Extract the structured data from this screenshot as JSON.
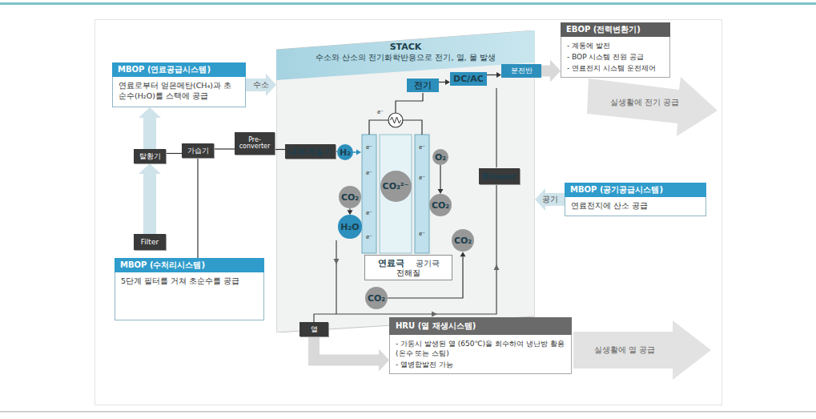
{
  "diagram": {
    "nodes": [
      {
        "text": [
          "MBOP (연료공급시스템)",
          "연료로부터 얻은메탄(CH₄)과 초순수(H₂O)를 스택에 공급"
        ]
      },
      {
        "text": [
          "STACK",
          "수소와 산소의 전기화학반응으로 전기, 열, 물 발생"
        ]
      },
      {
        "text": [
          "전기"
        ],
        "in": 1
      },
      {
        "text": [
          "DC/AC"
        ],
        "in": 1
      },
      {
        "text": [
          "분전반"
        ]
      },
      {
        "text": [
          "EBOP (전력변환기)",
          "- 계통에 발전",
          "- BOP 시스템 전원 공급",
          "- 연료전지 시스템 운전제어"
        ]
      },
      {
        "text": [
          "탈황기"
        ]
      },
      {
        "text": [
          "가습기"
        ]
      },
      {
        "text": [
          "Pre- converter"
        ]
      },
      {
        "text": [
          "내부개질기"
        ],
        "in": 1
      },
      {
        "text": [
          "H₂"
        ],
        "in": 1
      },
      {
        "text": [
          "CO₃²⁻"
        ],
        "in": 1
      },
      {
        "text": [
          "O₂"
        ],
        "in": 1
      },
      {
        "text": [
          "CO₂"
        ],
        "in": 1
      },
      {
        "text": [
          "CO₂"
        ],
        "in": 1
      },
      {
        "text": [
          "H₂O"
        ],
        "in": 1
      },
      {
        "text": [
          "Blower"
        ],
        "in": 1
      },
      {
        "text": [
          "MBOP (공기공급시스템)",
          "연료전지에 산소 공급"
        ]
      },
      {
        "text": [
          "Filter"
        ]
      },
      {
        "text": [
          "CO₂"
        ],
        "in": 1
      },
      {
        "text": [
          "연료극",
          "공기극",
          "전해질"
        ],
        "in": 1
      },
      {
        "text": [
          "MBOP (수처리시스템)",
          "5단계 필터를 거쳐 초순수를 공급"
        ]
      },
      {
        "text": [
          "CO₂"
        ],
        "in": 1
      },
      {
        "text": [
          "열"
        ]
      },
      {
        "text": [
          "HRU (열 재생시스템)",
          "- 가동시 발생된 열 (650℃)을 회수하여 냉난방 활용 (온수 또는 스팀)",
          "- 열병합발전 가능"
        ]
      }
    ],
    "edges": [
      {
        "from": 0,
        "to": 1,
        "arrow": "to",
        "label": "수소"
      },
      {
        "from": 18,
        "to": 6,
        "arrow": "to"
      },
      {
        "from": 6,
        "to": 0,
        "arrow": "to"
      },
      {
        "from": 6,
        "to": 7,
        "arrow": "none"
      },
      {
        "from": 7,
        "to": 8,
        "arrow": "none"
      },
      {
        "from": 8,
        "to": 9,
        "arrow": "none"
      },
      {
        "from": 9,
        "to": 10,
        "arrow": "none"
      },
      {
        "from": 21,
        "to": 7,
        "arrow": "none"
      },
      {
        "from": 2,
        "to": 3,
        "arrow": "to"
      },
      {
        "from": 3,
        "to": 4,
        "arrow": "to"
      },
      {
        "from": 4,
        "to": 5,
        "arrow": "to"
      },
      {
        "from": 17,
        "to": 1,
        "arrow": "to",
        "label": "공기"
      },
      {
        "from": 23,
        "to": 24,
        "arrow": "to"
      },
      {
        "from": 13,
        "to": 15,
        "arrow": "to"
      },
      {
        "from": 12,
        "to": 14,
        "arrow": "to"
      },
      {
        "from": 22,
        "to": 19,
        "arrow": "to"
      }
    ],
    "labels": [
      "실생활에 전기 공급",
      "실생활에 열 공급",
      "e⁻",
      "e⁻",
      "e⁻",
      "e⁻",
      "e⁻",
      "e⁻",
      "e⁻",
      "e⁻"
    ]
  }
}
